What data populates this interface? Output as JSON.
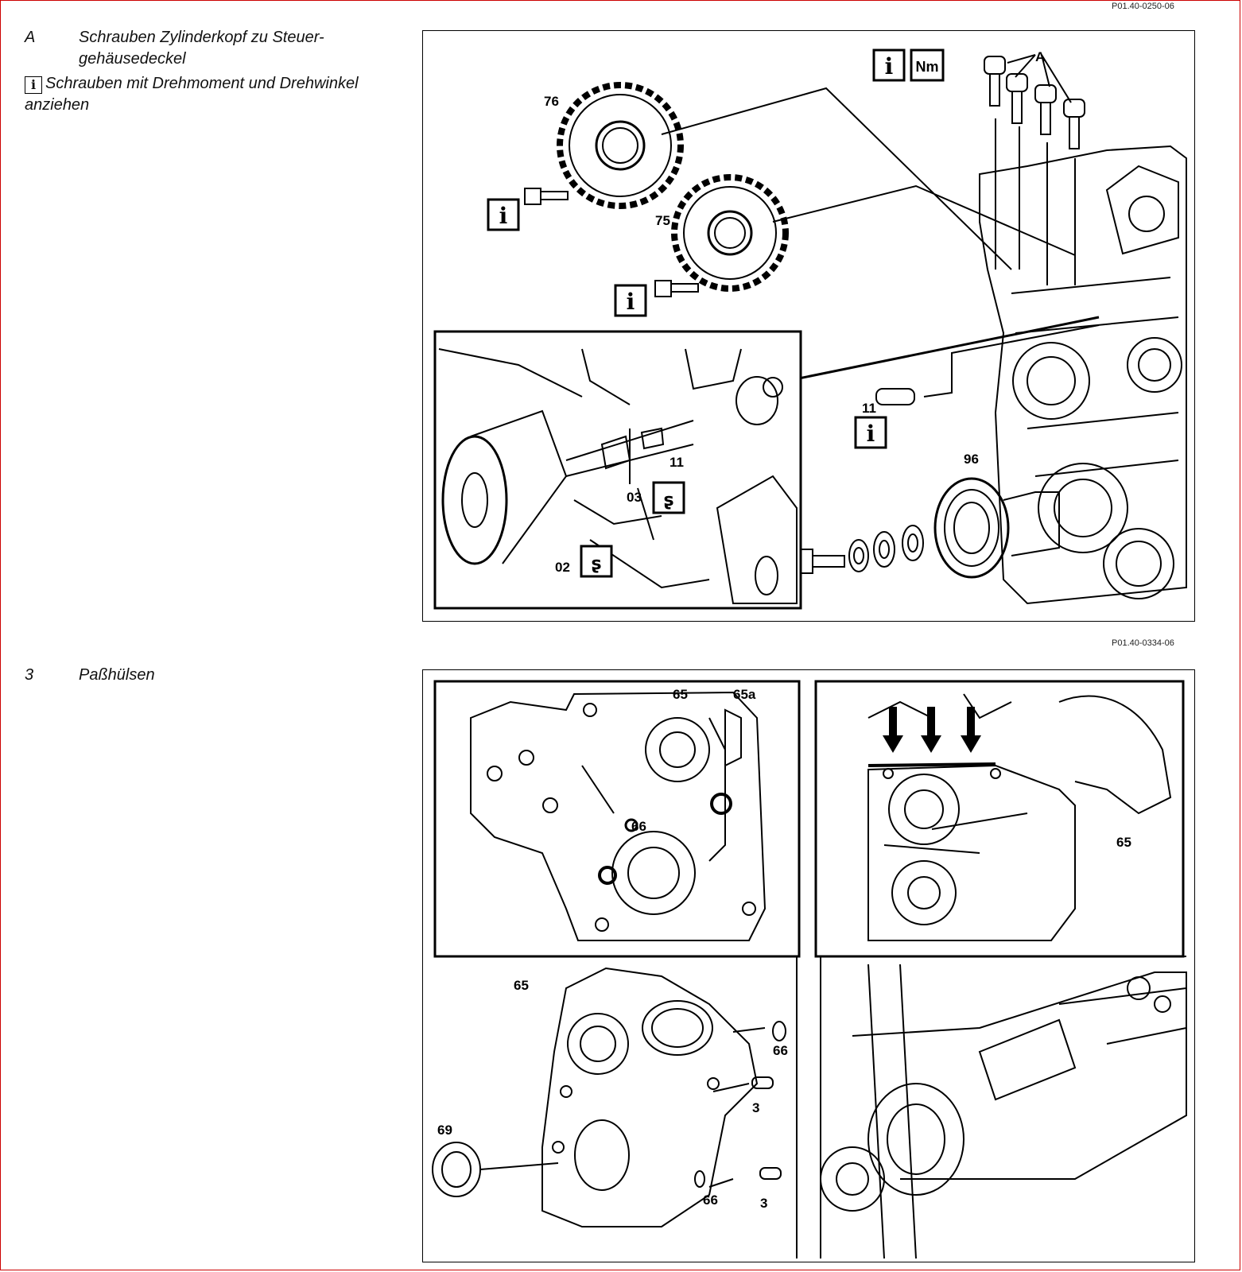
{
  "page": {
    "ref_top": "P01.40-0250-06",
    "ref_middle": "P01.40-0334-06"
  },
  "section_a": {
    "key": "A",
    "text": "Schrauben Zylinderkopf zu Steuer-gehäusedeckel",
    "note_icon": "info-i-icon",
    "note": "Schrauben mit Drehmoment und Drehwinkel anziehen"
  },
  "section_3": {
    "key": "3",
    "text": "Paßhülsen"
  },
  "figure_top": {
    "labels": {
      "a": "A",
      "gear_76": "76",
      "gear_75": "75",
      "sleeve_11": "11",
      "pulley_96": "96",
      "inset_11": "11",
      "inset_03": "03",
      "inset_02": "02"
    },
    "icons": [
      "info-i-icon",
      "torque-nm-icon",
      "special-tool-icon"
    ],
    "torque_text": "Nm",
    "info_text": "i"
  },
  "figure_bottom": {
    "labels": {
      "left_65": "65",
      "left_65a": "65a",
      "left_66": "66",
      "right_65": "65",
      "main_65": "65",
      "main_66_top": "66",
      "main_3_top": "3",
      "main_66_bottom": "66",
      "main_3_bottom": "3",
      "main_69": "69"
    }
  }
}
